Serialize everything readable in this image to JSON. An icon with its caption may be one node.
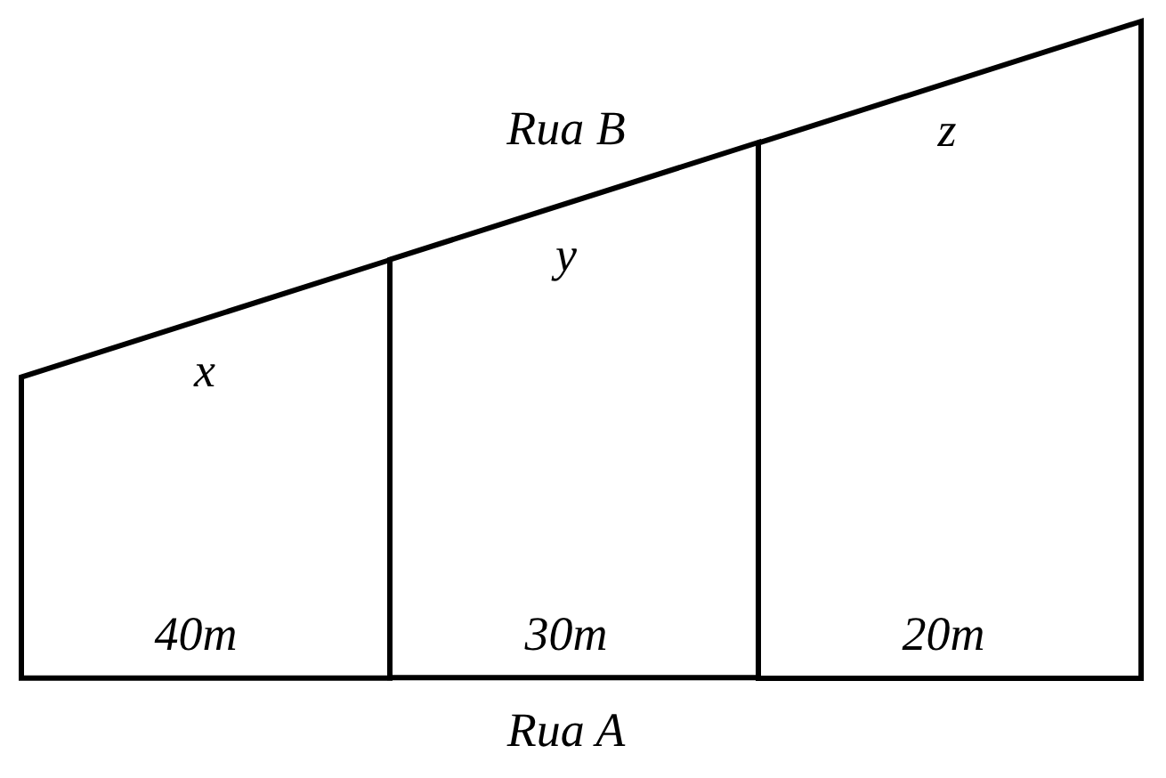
{
  "diagram": {
    "nodes": [
      {
        "text": [
          "x",
          "40m"
        ]
      },
      {
        "text": [
          "y",
          "30m"
        ]
      },
      {
        "text": [
          "z",
          "20m"
        ]
      }
    ],
    "labels": [
      "Rua B",
      "Rua A"
    ]
  }
}
